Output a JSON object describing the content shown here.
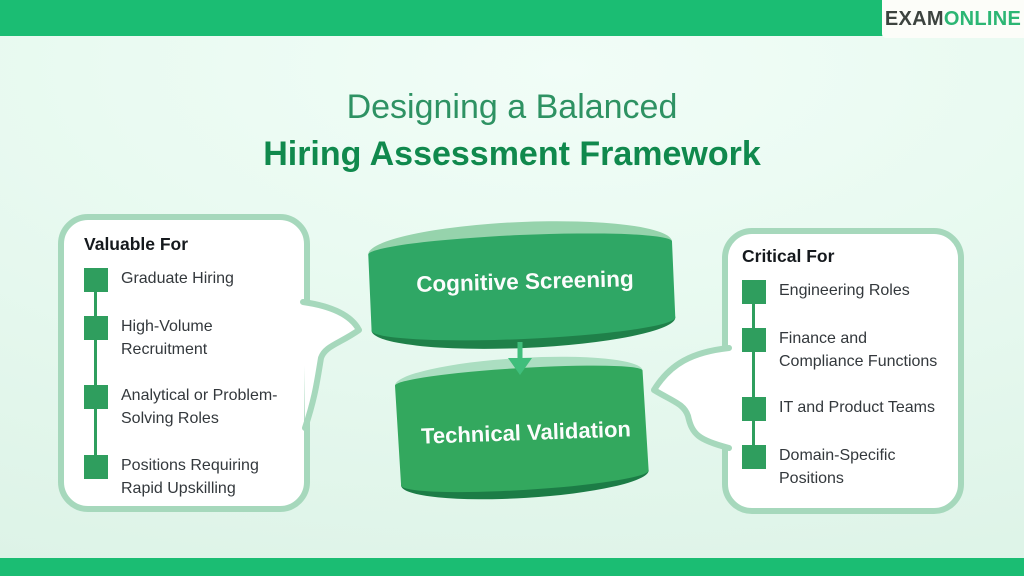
{
  "brand": {
    "logo_part1": "EXAM",
    "logo_part2": "ONLINE"
  },
  "title": {
    "line1": "Designing a Balanced",
    "line2": "Hiring Assessment Framework"
  },
  "left_bubble": {
    "header": "Valuable For",
    "items": [
      "Graduate Hiring",
      "High-Volume Recruitment",
      "Analytical or Problem-Solving Roles",
      "Positions Requiring Rapid Upskilling"
    ]
  },
  "flow": {
    "step1": "Cognitive Screening",
    "step2": "Technical Validation",
    "connector_icon": "down-arrow"
  },
  "right_bubble": {
    "header": "Critical For",
    "items": [
      "Engineering Roles",
      "Finance and Compliance Functions",
      "IT and Product Teams",
      "Domain-Specific Positions"
    ]
  },
  "colors": {
    "bar_green": "#1bbd73",
    "background_mint": "#e9faf1",
    "bubble_border": "#a6d8bc",
    "bullet_green": "#2f9e5e",
    "cylinder1_body": "#2fa765",
    "cylinder1_top": "#96d3ac",
    "cylinder1_bottom": "#1f8049",
    "cylinder2_body": "#33a85e",
    "cylinder2_top": "#abdec1",
    "cylinder2_bottom": "#1c7c46",
    "arrow_green": "#3fbe7b",
    "title_light_green": "#2e9263",
    "title_dark_green": "#10894d",
    "logo_dark": "#3c433f",
    "logo_green": "#2cb674"
  }
}
